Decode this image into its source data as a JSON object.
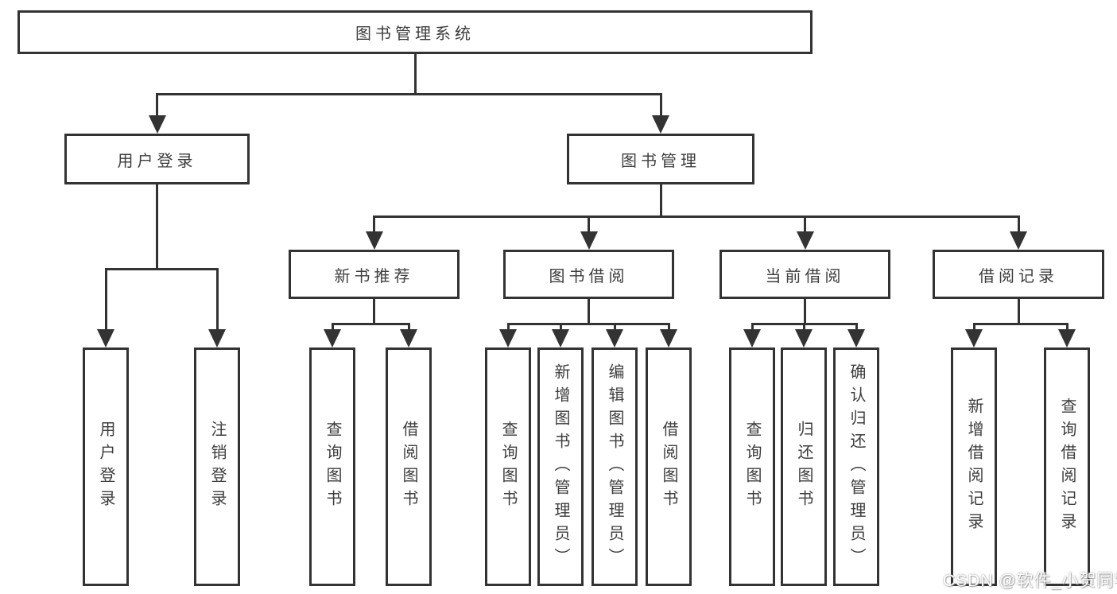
{
  "diagram": {
    "title": "图书管理系统",
    "level2": [
      {
        "label": "用户登录"
      },
      {
        "label": "图书管理"
      }
    ],
    "level3": [
      {
        "label": "新书推荐"
      },
      {
        "label": "图书借阅"
      },
      {
        "label": "当前借阅"
      },
      {
        "label": "借阅记录"
      }
    ],
    "leaf_groups": {
      "user_login": [
        "用户登录",
        "注销登录"
      ],
      "new_book_recommend": [
        "查询图书",
        "借阅图书"
      ],
      "book_borrow": [
        "查询图书",
        "新增图书（管理员）",
        "编辑图书（管理员）",
        "借阅图书"
      ],
      "current_borrow": [
        "查询图书",
        "归还图书",
        "确认归还（管理员）"
      ],
      "borrow_records": [
        "新增借阅记录",
        "查询借阅记录"
      ]
    }
  },
  "watermark": {
    "text": "CSDN @软件_小贺同学"
  },
  "colors": {
    "line": "#333333",
    "text": "#3d3d3d",
    "box_fill": "#ffffff",
    "background": "#ffffff",
    "watermark": "#ffffff"
  }
}
